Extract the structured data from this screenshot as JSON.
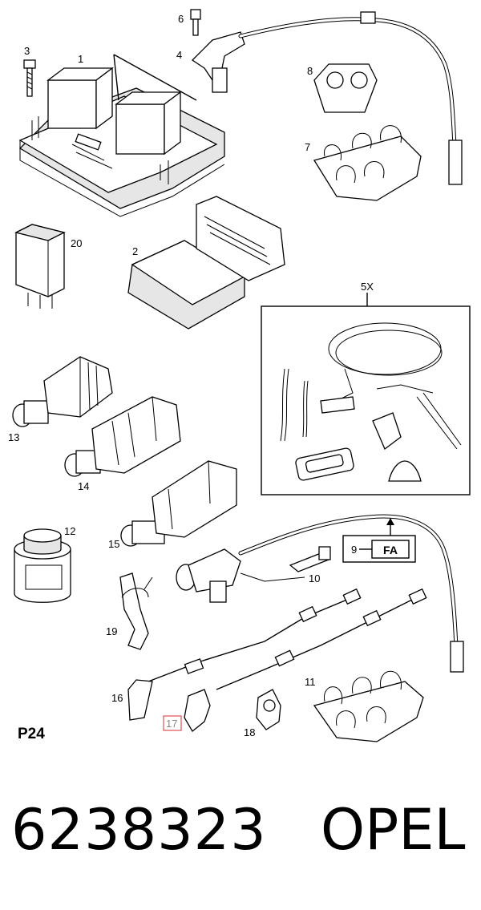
{
  "diagram": {
    "page_code": "P24",
    "callouts": [
      "1",
      "2",
      "3",
      "4",
      "5X",
      "6",
      "7",
      "8",
      "9",
      "10",
      "11",
      "12",
      "13",
      "14",
      "15",
      "16",
      "17",
      "18",
      "19",
      "20"
    ],
    "highlighted_callout": "17",
    "fa_label": "FA",
    "highlight_color": "#e05050"
  },
  "footer": {
    "part_number": "6238323",
    "brand": "OPEL"
  }
}
